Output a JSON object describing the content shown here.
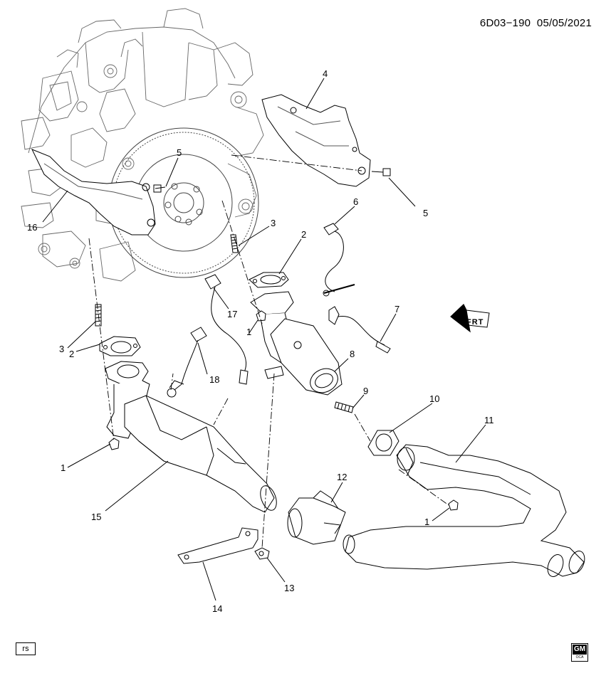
{
  "header": {
    "code": "6D03−190",
    "date": "05/05/2021"
  },
  "direction_label": "FRT",
  "footer": {
    "code_box": "rs",
    "logo_text": "GM",
    "logo_sub": "OCA"
  },
  "callouts": [
    "1",
    "1",
    "1",
    "2",
    "2",
    "3",
    "3",
    "4",
    "5",
    "5",
    "6",
    "7",
    "8",
    "9",
    "10",
    "11",
    "12",
    "13",
    "14",
    "15",
    "16",
    "17",
    "18"
  ],
  "icons": [
    "front-arrow-icon",
    "gm-logo-icon"
  ]
}
